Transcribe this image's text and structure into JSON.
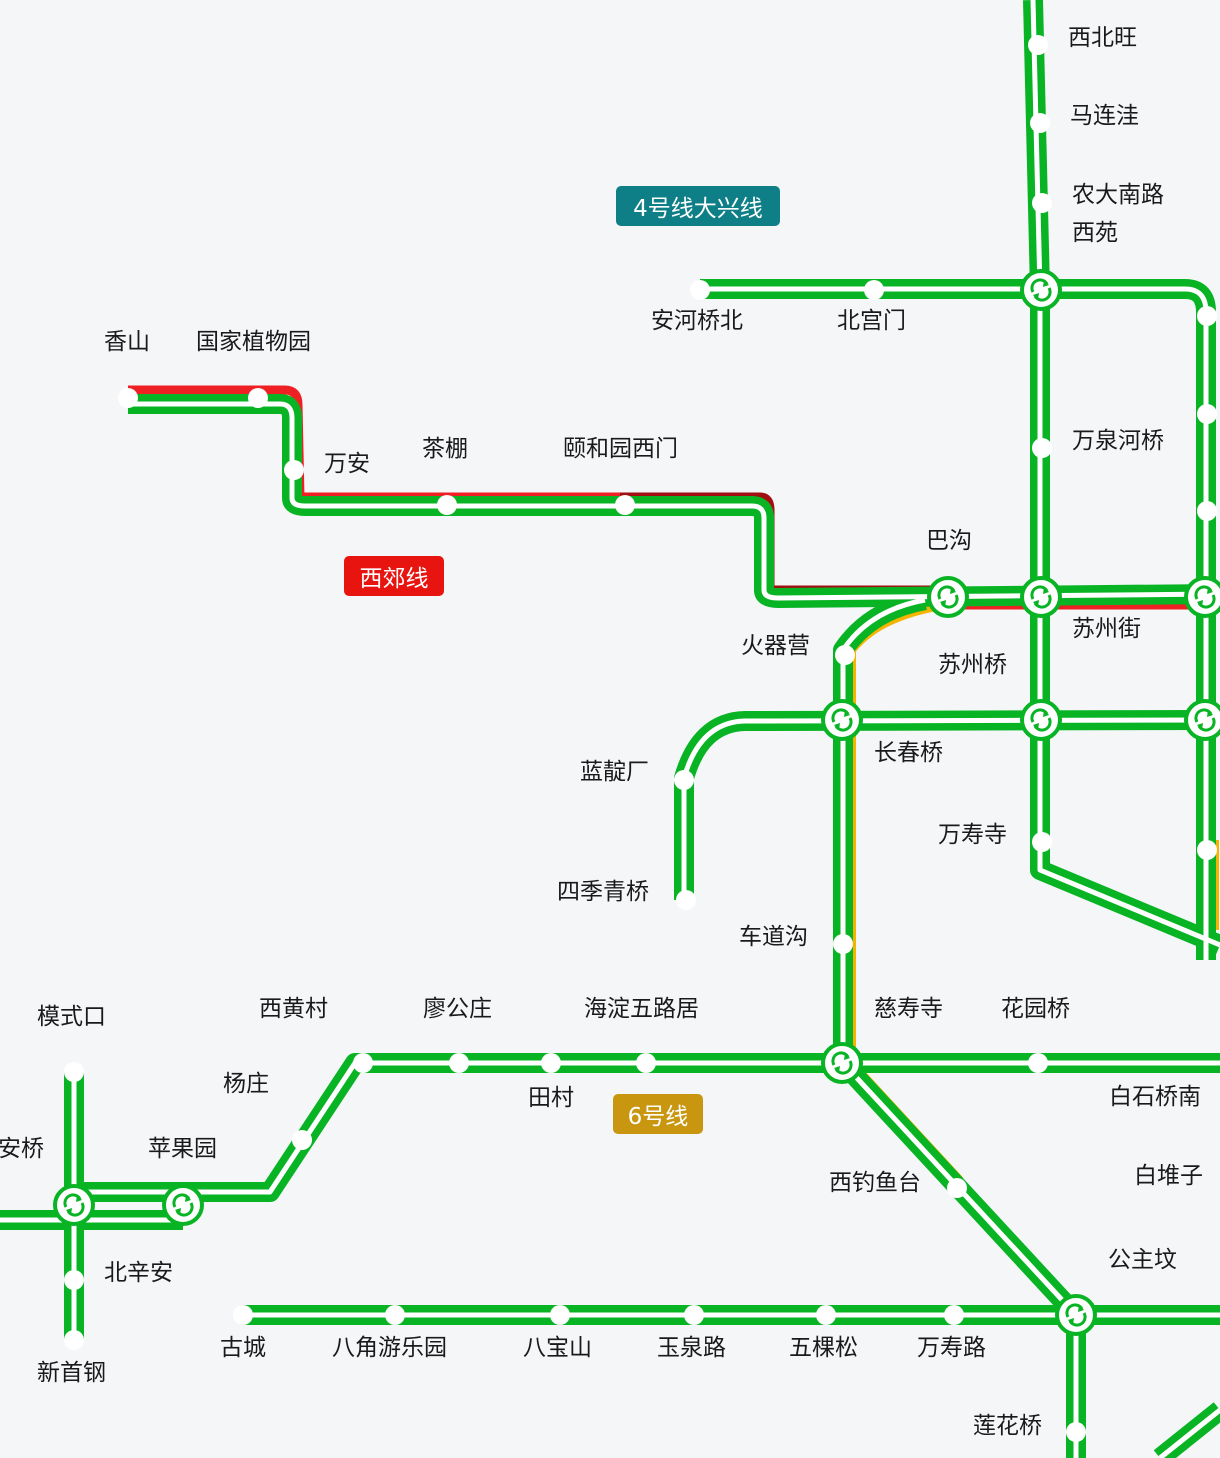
{
  "colors": {
    "line_green": "#08b424",
    "line_red": "#ee2024",
    "line_darkred": "#a10f12",
    "line_yellow": "#f5b400",
    "background": "#f4f6f8",
    "badge_line4": "#0e7f86",
    "badge_xijiao": "#e8140f",
    "badge_line6": "#c8960f"
  },
  "badges": {
    "line4": "4号线大兴线",
    "xijiao": "西郊线",
    "line6": "6号线"
  },
  "stations": [
    "西北旺",
    "马连洼",
    "农大南路",
    "西苑",
    "安河桥北",
    "北宫门",
    "万泉河桥",
    "香山",
    "国家植物园",
    "万安",
    "茶棚",
    "颐和园西门",
    "巴沟",
    "苏州街",
    "火器营",
    "苏州桥",
    "蓝靛厂",
    "长春桥",
    "万寿寺",
    "四季青桥",
    "车道沟",
    "模式口",
    "西黄村",
    "廖公庄",
    "海淀五路居",
    "慈寿寺",
    "花园桥",
    "杨庄",
    "田村",
    "白石桥南",
    "安桥",
    "苹果园",
    "西钓鱼台",
    "白堆子",
    "北辛安",
    "公主坟",
    "古城",
    "八角游乐园",
    "八宝山",
    "玉泉路",
    "五棵松",
    "万寿路",
    "新首钢",
    "莲花桥"
  ],
  "interchange_icon": "transfer-arrows-icon"
}
